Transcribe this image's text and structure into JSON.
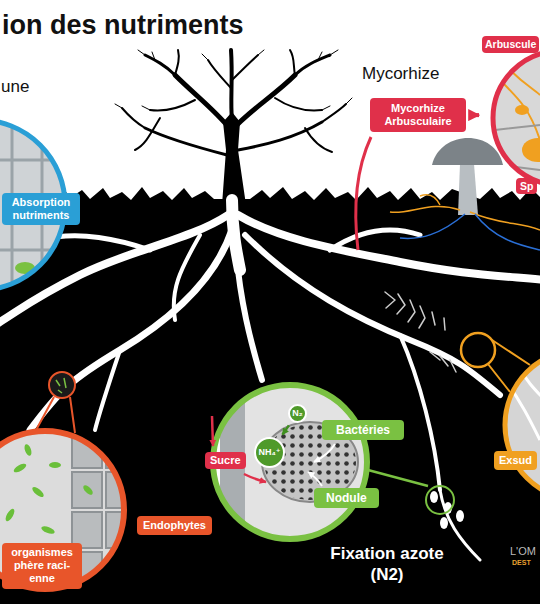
{
  "diagram": {
    "title": "ion des nutriments",
    "nodes": [
      {
        "text": [
          "Mycorhize Arbusculaire"
        ]
      },
      {
        "text": [
          "Arbuscule",
          "Sp"
        ]
      },
      {
        "text": [
          "Absorption nutriments"
        ]
      },
      {
        "text": [
          "Sucre"
        ]
      },
      {
        "text": [
          "N₂"
        ]
      },
      {
        "text": [
          "NH₄⁺"
        ]
      },
      {
        "text": [
          "Bactéries"
        ]
      },
      {
        "text": [
          "Exsud"
        ]
      },
      {
        "text": [
          "Nodule"
        ]
      },
      {
        "text": [
          "Endophytes"
        ]
      },
      {
        "text": [
          "organismes phère raci- enne"
        ]
      }
    ],
    "edges": [
      {
        "from": 0,
        "to": 1,
        "arrow": "to"
      },
      {
        "from": 4,
        "to": 5,
        "arrow": "to"
      }
    ],
    "labels": [
      "une",
      "Mycorhize",
      "Fixation azote (N2)",
      "L'OM",
      "DEST"
    ]
  }
}
